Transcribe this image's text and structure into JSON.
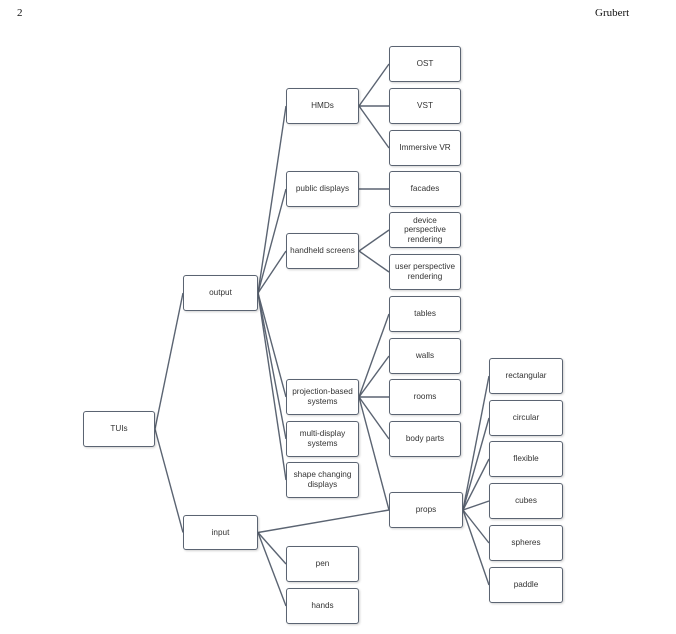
{
  "header": {
    "page_number": "2",
    "author": "Grubert"
  },
  "diagram": {
    "nodes": {
      "tuis": "TUIs",
      "output": "output",
      "input": "input",
      "hmds": "HMDs",
      "public_displays": "public displays",
      "handheld_screens": "handheld screens",
      "projection_based": "projection-based\nsystems",
      "multi_display": "multi-display\nsystems",
      "shape_changing": "shape changing\ndisplays",
      "ost": "OST",
      "vst": "VST",
      "immersive_vr": "Immersive VR",
      "facades": "facades",
      "device_perspective": "device\nperspective\nrendering",
      "user_perspective": "user perspective\nrendering",
      "tables": "tables",
      "walls": "walls",
      "rooms": "rooms",
      "body_parts": "body parts",
      "props": "props",
      "pen": "pen",
      "hands": "hands",
      "rectangular": "rectangular",
      "circular": "circular",
      "flexible": "flexible",
      "cubes": "cubes",
      "spheres": "spheres",
      "paddle": "paddle"
    },
    "edges": [
      [
        "tuis",
        "output"
      ],
      [
        "tuis",
        "input"
      ],
      [
        "output",
        "hmds"
      ],
      [
        "output",
        "public_displays"
      ],
      [
        "output",
        "handheld_screens"
      ],
      [
        "output",
        "projection_based"
      ],
      [
        "output",
        "multi_display"
      ],
      [
        "output",
        "shape_changing"
      ],
      [
        "hmds",
        "ost"
      ],
      [
        "hmds",
        "vst"
      ],
      [
        "hmds",
        "immersive_vr"
      ],
      [
        "public_displays",
        "facades"
      ],
      [
        "handheld_screens",
        "device_perspective"
      ],
      [
        "handheld_screens",
        "user_perspective"
      ],
      [
        "projection_based",
        "tables"
      ],
      [
        "projection_based",
        "walls"
      ],
      [
        "projection_based",
        "rooms"
      ],
      [
        "projection_based",
        "body_parts"
      ],
      [
        "projection_based",
        "props"
      ],
      [
        "input",
        "props"
      ],
      [
        "input",
        "pen"
      ],
      [
        "input",
        "hands"
      ],
      [
        "props",
        "rectangular"
      ],
      [
        "props",
        "circular"
      ],
      [
        "props",
        "flexible"
      ],
      [
        "props",
        "cubes"
      ],
      [
        "props",
        "spheres"
      ],
      [
        "props",
        "paddle"
      ]
    ]
  }
}
